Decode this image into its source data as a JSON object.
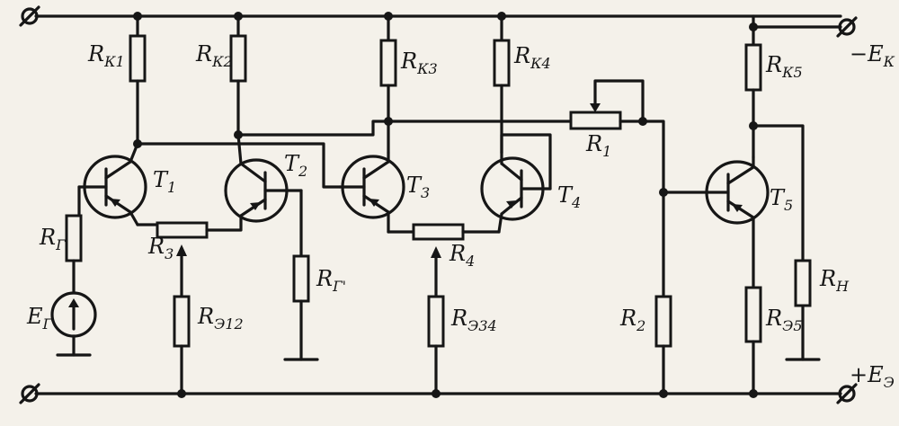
{
  "diagram": {
    "terminals": {
      "supply_pos": "−E",
      "supply_pos_sub": "К",
      "supply_neg": "+E",
      "supply_neg_sub": "Э"
    },
    "resistors": {
      "rk1": {
        "main": "R",
        "sub": "К1"
      },
      "rk2": {
        "main": "R",
        "sub": "К2"
      },
      "rk3": {
        "main": "R",
        "sub": "К3"
      },
      "rk4": {
        "main": "R",
        "sub": "К4"
      },
      "rk5": {
        "main": "R",
        "sub": "К5"
      },
      "r1": {
        "main": "R",
        "sub": "1"
      },
      "r2": {
        "main": "R",
        "sub": "2"
      },
      "r3": {
        "main": "R",
        "sub": "3"
      },
      "r4": {
        "main": "R",
        "sub": "4"
      },
      "rg": {
        "main": "R",
        "sub": "Г"
      },
      "rg2": {
        "main": "R",
        "sub": "Г'"
      },
      "re12": {
        "main": "R",
        "sub": "Э12"
      },
      "re34": {
        "main": "R",
        "sub": "Э34"
      },
      "re5": {
        "main": "R",
        "sub": "Э5"
      },
      "rn": {
        "main": "R",
        "sub": "Н"
      }
    },
    "transistors": {
      "t1": {
        "main": "T",
        "sub": "1"
      },
      "t2": {
        "main": "T",
        "sub": "2"
      },
      "t3": {
        "main": "T",
        "sub": "3"
      },
      "t4": {
        "main": "T",
        "sub": "4"
      },
      "t5": {
        "main": "T",
        "sub": "5"
      }
    },
    "source": {
      "main": "E",
      "sub": "Г"
    }
  }
}
